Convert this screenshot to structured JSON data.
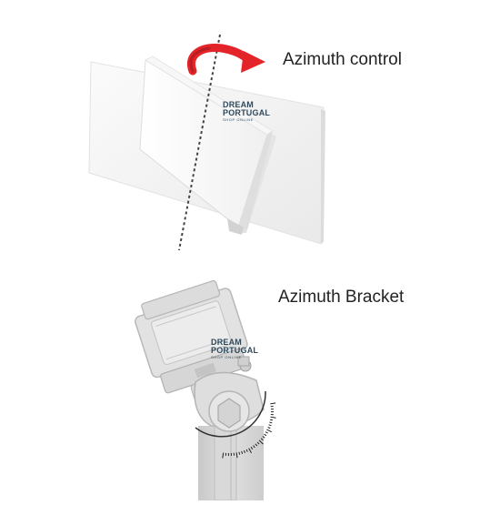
{
  "labels": {
    "top": "Azimuth control",
    "bottom": "Azimuth Bracket"
  },
  "watermark": {
    "line1": "DREAM",
    "line2": "PORTUGAL",
    "sub": "SHOP ONLINE"
  },
  "colors": {
    "arrow": "#e3252a",
    "plate": "#f2f2f2",
    "axis_line": "#444444",
    "bracket": "#d7d7d7",
    "pole": "#cfcfcf",
    "watermark": "#2f4a5c"
  }
}
